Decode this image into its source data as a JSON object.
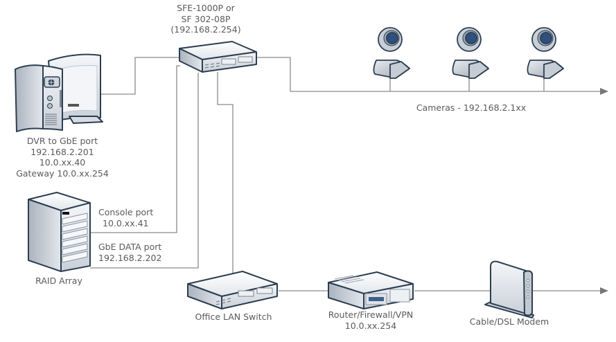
{
  "diagram": {
    "title": "Network diagram: DVR, RAID array, cameras, office LAN",
    "nodes": {
      "poe_switch": {
        "kind": "switch",
        "label_lines": [
          "SFE-1000P or",
          "SF 302-08P",
          "(192.168.2.254)"
        ]
      },
      "dvr": {
        "kind": "computer",
        "label_lines": [
          "DVR to GbE port",
          "192.168.2.201",
          "10.0.xx.40",
          "Gateway 10.0.xx.254"
        ]
      },
      "raid": {
        "kind": "server",
        "label_lines": [
          "RAID Array"
        ]
      },
      "console_port": {
        "label_lines": [
          "Console port",
          "10.0.xx.41"
        ]
      },
      "gbe_data_port": {
        "label_lines": [
          "GbE DATA port",
          "192.168.2.202"
        ]
      },
      "cameras": {
        "kind": "camera",
        "count": 3,
        "label_lines": [
          "Cameras - 192.168.2.1xx"
        ]
      },
      "office_switch": {
        "kind": "switch",
        "label_lines": [
          "Office LAN Switch"
        ]
      },
      "router": {
        "kind": "router",
        "label_lines": [
          "Router/Firewall/VPN",
          "10.0.xx.254"
        ]
      },
      "modem": {
        "kind": "modem",
        "label_lines": [
          "Cable/DSL Modem"
        ]
      }
    },
    "connections": [
      {
        "from": "dvr",
        "to": "poe_switch"
      },
      {
        "from": "poe_switch",
        "to": "cameras"
      },
      {
        "from": "raid",
        "to": "poe_switch",
        "via": "console_port"
      },
      {
        "from": "raid",
        "to": "poe_switch",
        "via": "gbe_data_port"
      },
      {
        "from": "poe_switch",
        "to": "office_switch"
      },
      {
        "from": "office_switch",
        "to": "router"
      },
      {
        "from": "router",
        "to": "modem"
      },
      {
        "from": "modem",
        "to": "internet"
      }
    ],
    "colors": {
      "line": "#8a8a8a",
      "outline": "#2c3e50",
      "device_face": "#e6e9ee",
      "device_shade": "#b9c0ca",
      "lens": "#2f4f7f",
      "text": "#5a5a5a"
    }
  }
}
